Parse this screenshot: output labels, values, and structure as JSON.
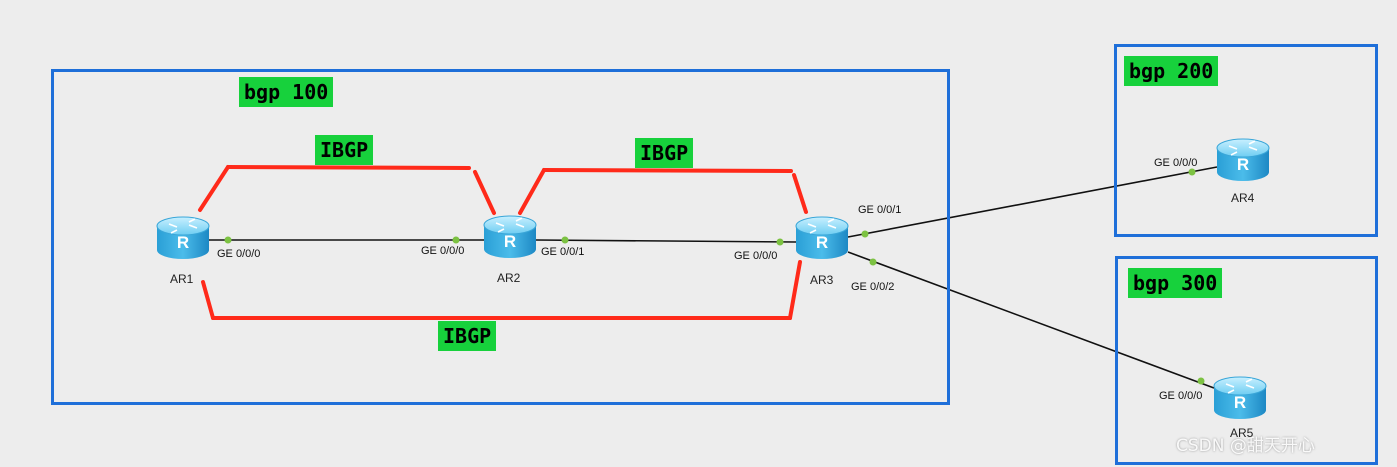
{
  "as_groups": {
    "as100": {
      "label": "bgp 100"
    },
    "as200": {
      "label": "bgp 200"
    },
    "as300": {
      "label": "bgp 300"
    }
  },
  "ibgp_labels": {
    "ar1_ar2": "IBGP",
    "ar2_ar3": "IBGP",
    "ar1_ar3": "IBGP"
  },
  "routers": {
    "ar1": {
      "name": "AR1",
      "port_g000": "GE 0/0/0"
    },
    "ar2": {
      "name": "AR2",
      "port_g000": "GE 0/0/0",
      "port_g001": "GE 0/0/1"
    },
    "ar3": {
      "name": "AR3",
      "port_g000": "GE 0/0/0",
      "port_g001": "GE 0/0/1",
      "port_g002": "GE 0/0/2"
    },
    "ar4": {
      "name": "AR4",
      "port_g000": "GE 0/0/0"
    },
    "ar5": {
      "name": "AR5",
      "port_g000": "GE 0/0/0"
    }
  },
  "router_icon": "router-icon",
  "colors": {
    "as_border": "#1e6fd9",
    "label_bg": "#17d13c",
    "ibgp_line": "#ff2a1a",
    "link_line": "#111111",
    "port_dot": "#7cc242"
  },
  "watermark": "CSDN @甜天开心"
}
